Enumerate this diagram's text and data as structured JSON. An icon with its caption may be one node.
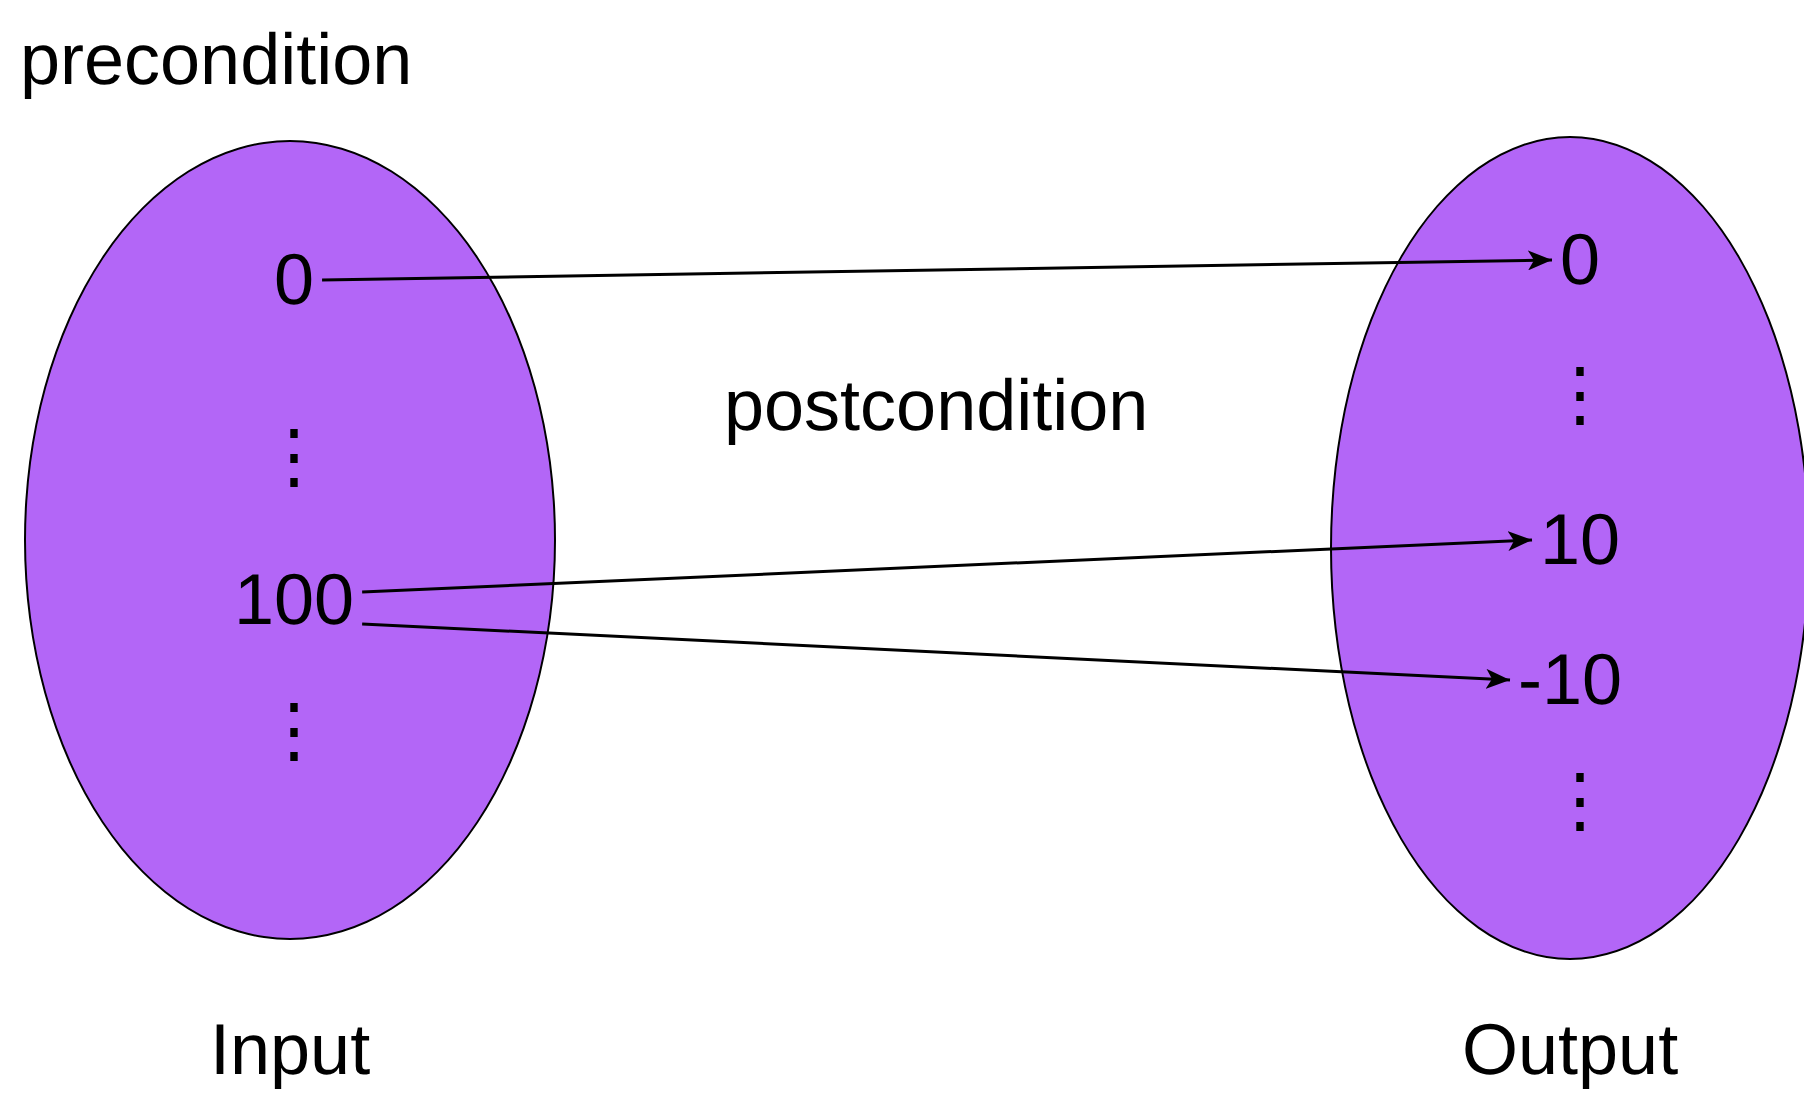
{
  "diagram": {
    "nodes": [
      {
        "text": [
          "Input"
        ]
      },
      {
        "text": [
          "0"
        ],
        "in": 0
      },
      {
        "text": [
          "100"
        ],
        "in": 0
      },
      {
        "text": [
          "Output"
        ]
      },
      {
        "text": [
          "0"
        ],
        "in": 3
      },
      {
        "text": [
          "10"
        ],
        "in": 3
      },
      {
        "text": [
          "-10"
        ],
        "in": 3
      }
    ],
    "edges": [
      {
        "from": 1,
        "to": 4,
        "arrow": "to"
      },
      {
        "from": 2,
        "to": 5,
        "arrow": "to"
      },
      {
        "from": 2,
        "to": 6,
        "arrow": "to"
      }
    ],
    "labels": [
      "precondition",
      "postcondition",
      "⋮",
      "⋮",
      "⋮",
      "⋮"
    ]
  }
}
